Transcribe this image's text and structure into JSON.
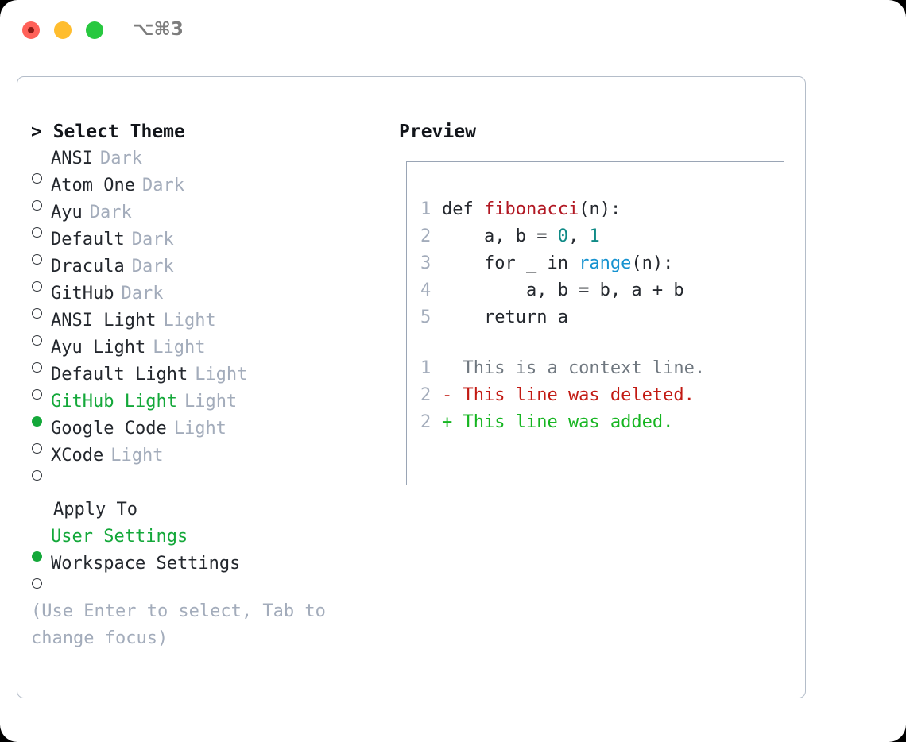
{
  "titlebar": {
    "shortcut": "⌥⌘3",
    "buttons": [
      "close",
      "minimize",
      "maximize"
    ]
  },
  "left_panel": {
    "heading": "> Select Theme",
    "themes": [
      {
        "label": "ANSI",
        "suffix": "Dark",
        "selected": false
      },
      {
        "label": "Atom One",
        "suffix": "Dark",
        "selected": false
      },
      {
        "label": "Ayu",
        "suffix": "Dark",
        "selected": false
      },
      {
        "label": "Default",
        "suffix": "Dark",
        "selected": false
      },
      {
        "label": "Dracula",
        "suffix": "Dark",
        "selected": false
      },
      {
        "label": "GitHub",
        "suffix": "Dark",
        "selected": false
      },
      {
        "label": "ANSI Light",
        "suffix": "Light",
        "selected": false
      },
      {
        "label": "Ayu Light",
        "suffix": "Light",
        "selected": false
      },
      {
        "label": "Default Light",
        "suffix": "Light",
        "selected": false
      },
      {
        "label": "GitHub Light",
        "suffix": "Light",
        "selected": true
      },
      {
        "label": "Google Code",
        "suffix": "Light",
        "selected": false
      },
      {
        "label": "XCode",
        "suffix": "Light",
        "selected": false
      }
    ],
    "apply_to": {
      "heading": "Apply To",
      "options": [
        {
          "label": "User Settings",
          "selected": true
        },
        {
          "label": "Workspace Settings",
          "selected": false
        }
      ]
    },
    "hint": "(Use Enter to select, Tab to change focus)"
  },
  "right_panel": {
    "title": "Preview",
    "code_lines": [
      {
        "no": "1",
        "tokens": [
          {
            "t": "def ",
            "c": "tok-plain"
          },
          {
            "t": "fibonacci",
            "c": "tok-fn"
          },
          {
            "t": "(n):",
            "c": "tok-plain"
          }
        ]
      },
      {
        "no": "2",
        "tokens": [
          {
            "t": "    a, b = ",
            "c": "tok-plain"
          },
          {
            "t": "0",
            "c": "tok-num"
          },
          {
            "t": ", ",
            "c": "tok-plain"
          },
          {
            "t": "1",
            "c": "tok-num"
          }
        ]
      },
      {
        "no": "3",
        "tokens": [
          {
            "t": "    for _ in ",
            "c": "tok-plain"
          },
          {
            "t": "range",
            "c": "tok-builtin"
          },
          {
            "t": "(n):",
            "c": "tok-plain"
          }
        ]
      },
      {
        "no": "4",
        "tokens": [
          {
            "t": "        a, b = b, a + b",
            "c": "tok-plain"
          }
        ]
      },
      {
        "no": "5",
        "tokens": [
          {
            "t": "    return a",
            "c": "tok-plain"
          }
        ]
      }
    ],
    "diff_lines": [
      {
        "no": "1",
        "text": "  This is a context line.",
        "cls": "diff-ctx"
      },
      {
        "no": "2",
        "text": "- This line was deleted.",
        "cls": "diff-del"
      },
      {
        "no": "2",
        "text": "+ This line was added.",
        "cls": "diff-add"
      }
    ]
  },
  "colors": {
    "accent_green": "#14a83a",
    "muted": "#a3acbb",
    "text": "#24282e",
    "border": "#b4bdc9",
    "diff_add": "#16b521",
    "diff_del": "#c21a13",
    "syntax_fn": "#b11722",
    "syntax_num": "#0f8a86",
    "syntax_builtin": "#1592d0"
  }
}
